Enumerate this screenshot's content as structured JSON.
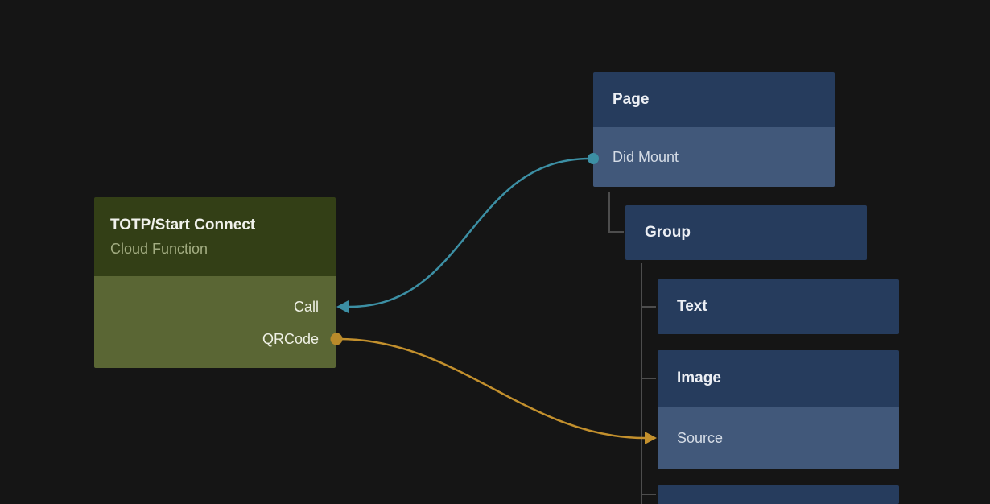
{
  "app": {
    "background_color": "#151515",
    "tree_line_color": "#4d4d4d"
  },
  "function_node": {
    "title": "TOTP/Start Connect",
    "subtitle": "Cloud Function",
    "header_color": "#333f16",
    "body_color": "#5a6634",
    "output_ports": [
      {
        "label": "Call"
      },
      {
        "label": "QRCode"
      }
    ]
  },
  "tree_nodes": {
    "page": {
      "title": "Page",
      "event_ports": [
        {
          "label": "Did Mount"
        }
      ]
    },
    "group": {
      "title": "Group"
    },
    "text": {
      "title": "Text"
    },
    "image": {
      "title": "Image",
      "input_ports": [
        {
          "label": "Source"
        }
      ]
    }
  },
  "colors": {
    "node_header_blue": "#263c5d",
    "node_row_blue": "#41587a",
    "connection_teal": "#3c8fa4",
    "connection_orange": "#c3902d"
  },
  "connections": [
    {
      "from_node": "Page",
      "from_port": "Did Mount",
      "to_node": "TOTP/Start Connect",
      "to_port": "Call",
      "color": "#3c8fa4"
    },
    {
      "from_node": "TOTP/Start Connect",
      "from_port": "QRCode",
      "to_node": "Image",
      "to_port": "Source",
      "color": "#c3902d"
    }
  ]
}
